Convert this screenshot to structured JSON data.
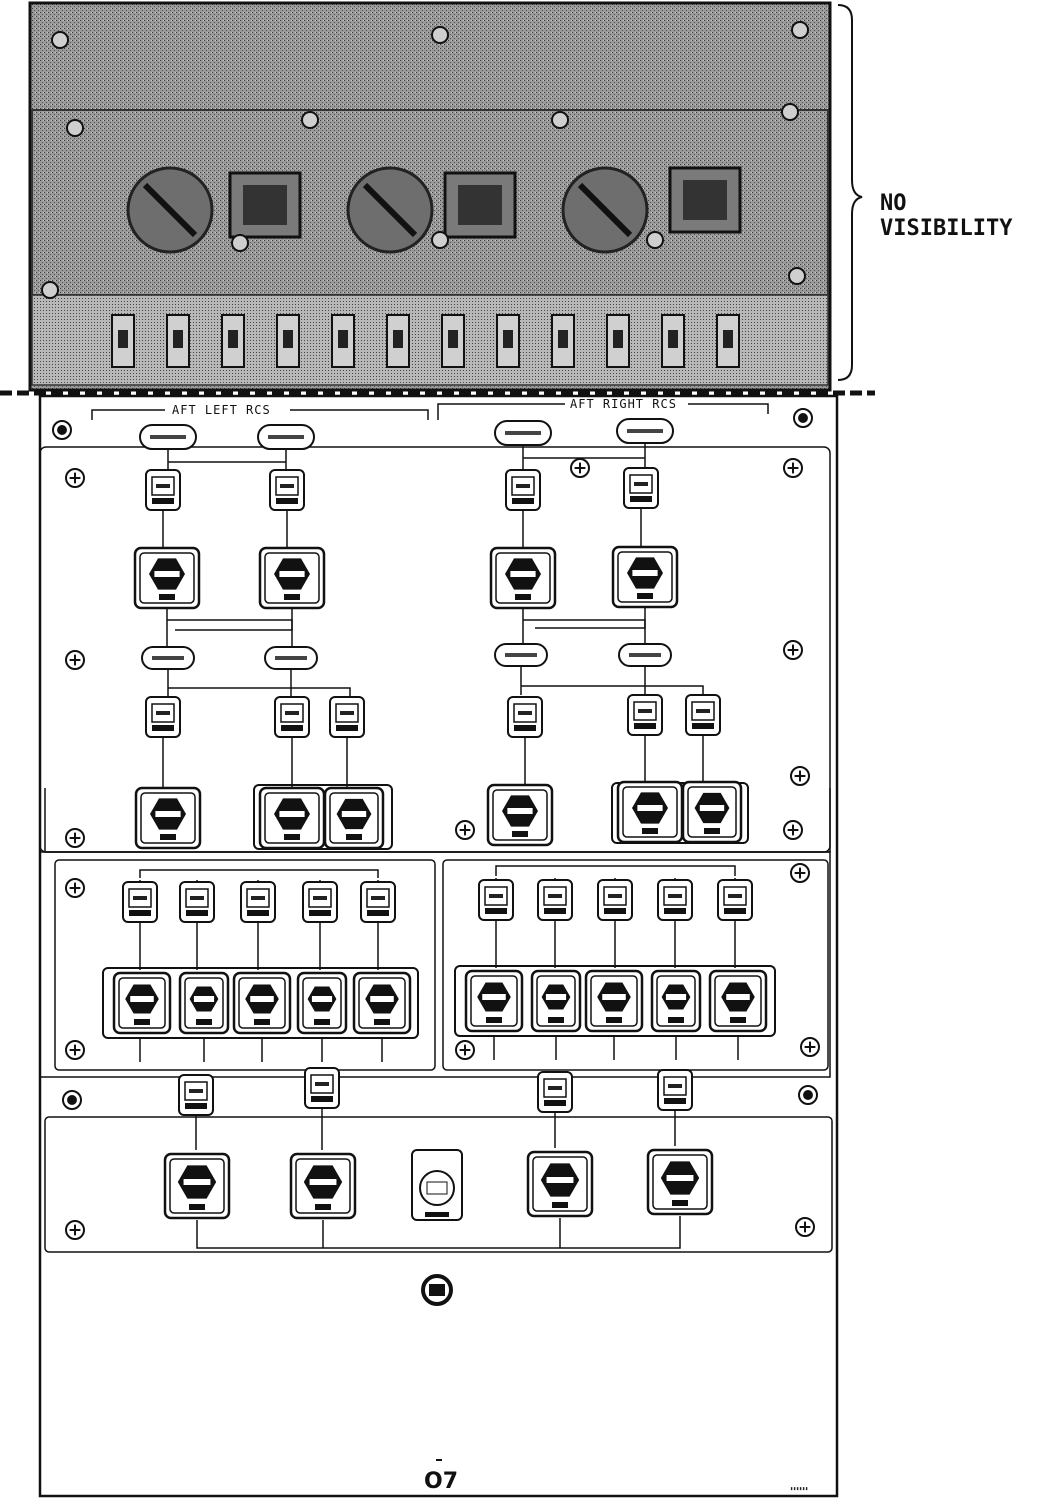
{
  "panel": {
    "number": "O7",
    "note": [
      "NO",
      "VISIBILITY"
    ]
  },
  "sections": {
    "left_title": "AFT LEFT RCS",
    "right_title": "AFT RIGHT RCS"
  },
  "colors": {
    "ink": "#111111",
    "obscured_fill": "#8a8a8a",
    "paper": "#ffffff"
  },
  "icons": [
    "screw-head-icon",
    "switch-guard-icon",
    "talkback-indicator-icon",
    "curly-bracket-icon"
  ]
}
